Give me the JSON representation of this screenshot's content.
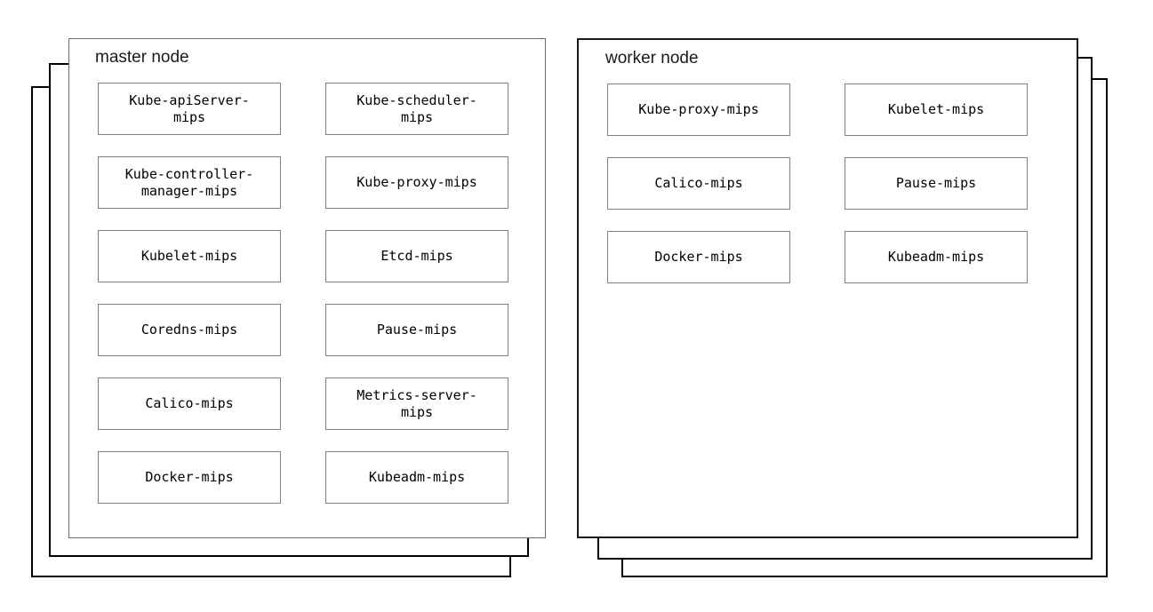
{
  "master_node": {
    "title": "master node",
    "components": [
      "Kube-apiServer-mips",
      "Kube-scheduler-mips",
      "Kube-controller-manager-mips",
      "Kube-proxy-mips",
      "Kubelet-mips",
      "Etcd-mips",
      "Coredns-mips",
      "Pause-mips",
      "Calico-mips",
      "Metrics-server-mips",
      "Docker-mips",
      "Kubeadm-mips"
    ]
  },
  "worker_node": {
    "title": "worker node",
    "components": [
      "Kube-proxy-mips",
      "Kubelet-mips",
      "Calico-mips",
      "Pause-mips",
      "Docker-mips",
      "Kubeadm-mips"
    ]
  },
  "stack": {
    "sheets_per_node": 3
  },
  "colors": {
    "background": "#ffffff",
    "master_panel_border": "#6b6b6b",
    "worker_panel_border": "#1a1a1a",
    "backing_sheet_border": "#000000",
    "component_box_border": "#7f7f7f",
    "text": "#000000"
  }
}
